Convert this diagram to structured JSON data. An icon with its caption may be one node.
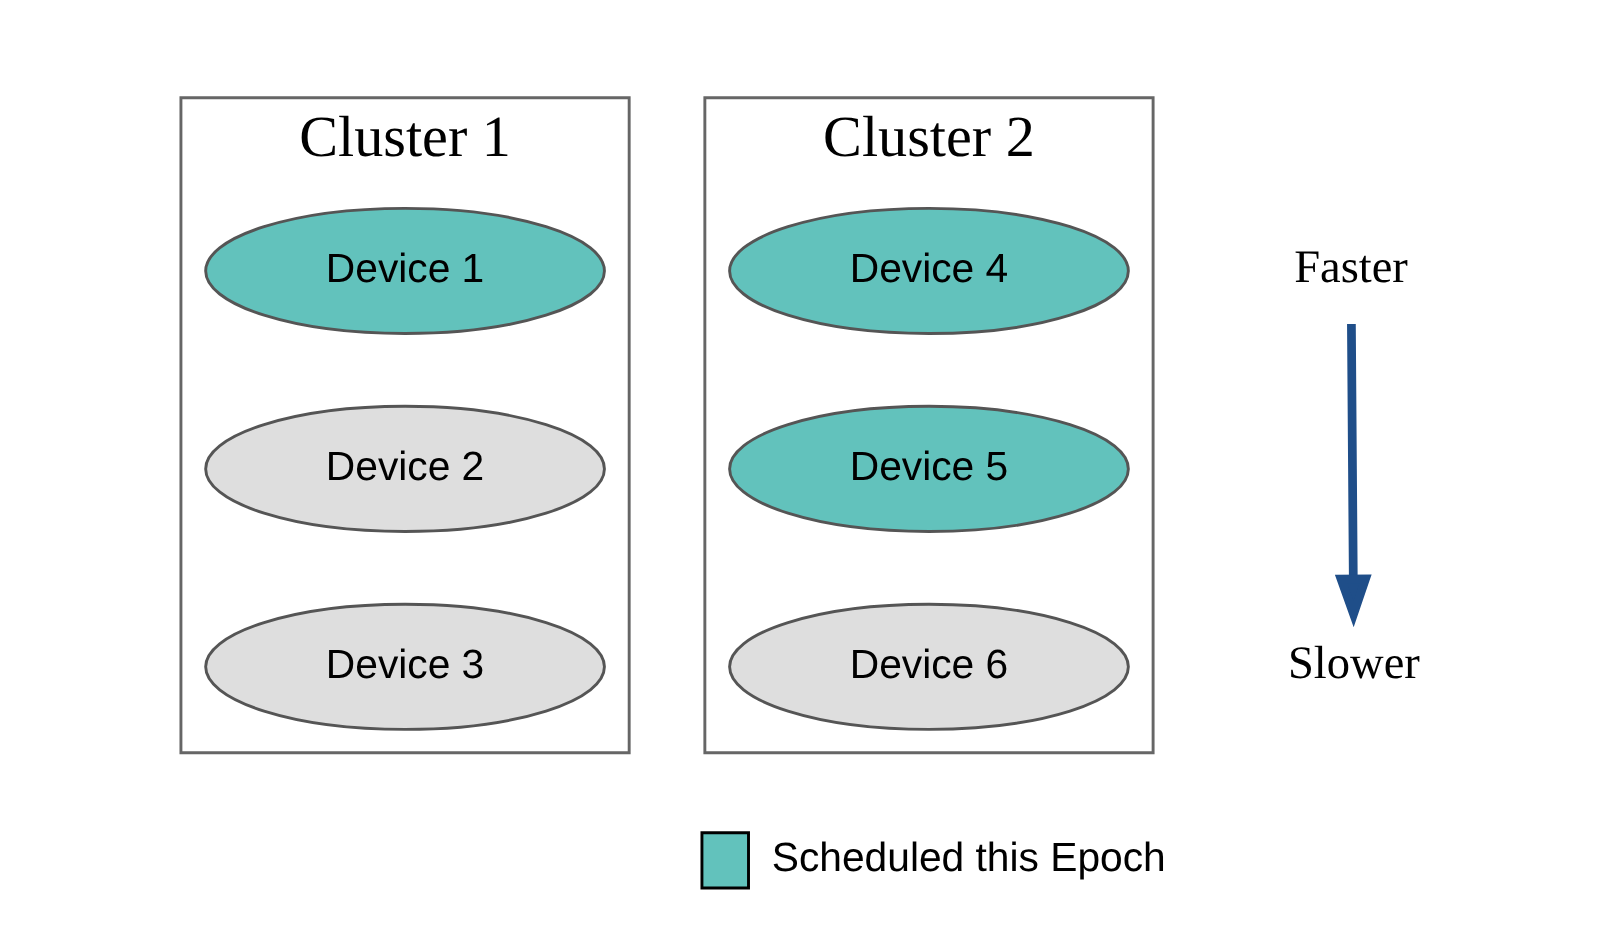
{
  "diagram": {
    "nodes": [
      {
        "text": [
          "Cluster 1"
        ]
      },
      {
        "text": [
          "Device 1"
        ],
        "in": 0
      },
      {
        "text": [
          "Device 2"
        ],
        "in": 0
      },
      {
        "text": [
          "Device 3"
        ],
        "in": 0
      },
      {
        "text": [
          "Cluster 2"
        ]
      },
      {
        "text": [
          "Device 4"
        ],
        "in": 4
      },
      {
        "text": [
          "Device 5"
        ],
        "in": 4
      },
      {
        "text": [
          "Device 6"
        ],
        "in": 4
      }
    ],
    "edges": [],
    "labels": [
      "Faster",
      "Slower"
    ],
    "legend": [
      {
        "text": "Scheduled this Epoch",
        "color": "#62c2bc"
      }
    ]
  }
}
